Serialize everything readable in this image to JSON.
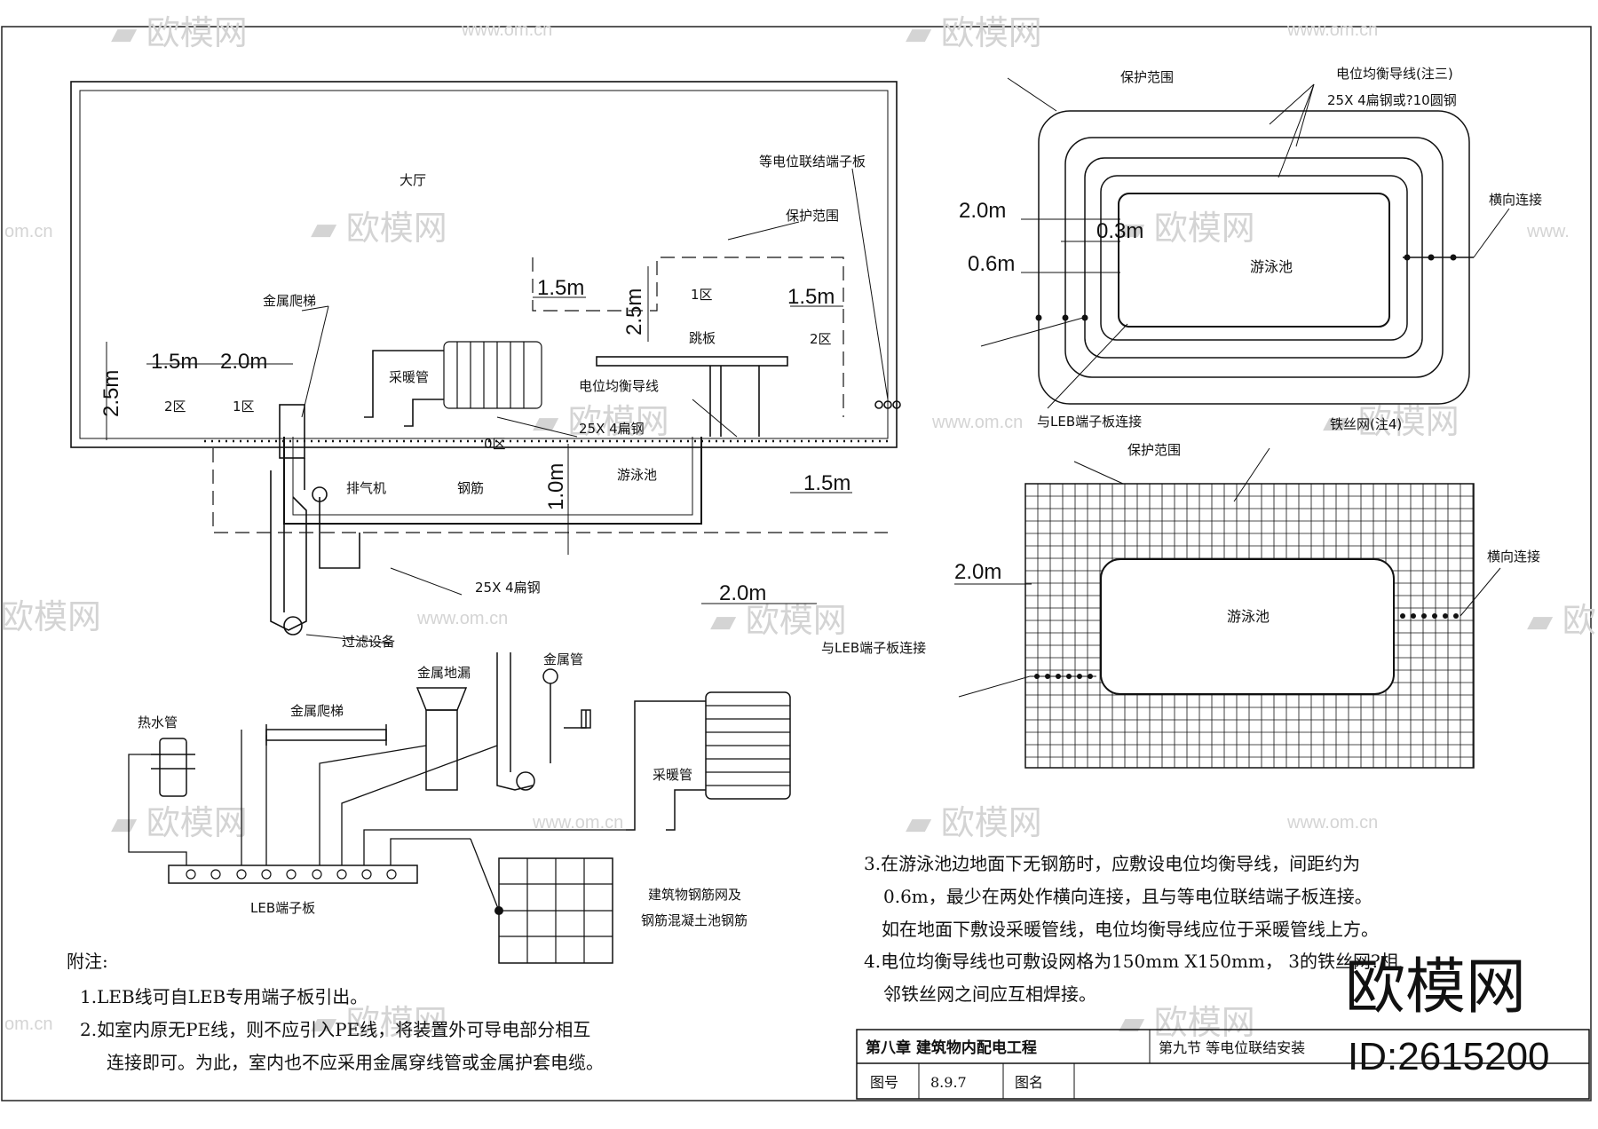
{
  "watermark": {
    "brand": "欧模网",
    "site": "www.om.cn",
    "site_short": "om.cn"
  },
  "main_plan": {
    "hall": "大厅",
    "terminal_board": "等电位联结端子板",
    "protect_range": "保护范围",
    "zone1": "1区",
    "zone2": "2区",
    "zone0": "0区",
    "diving_board": "跳板",
    "ladder": "金属爬梯",
    "heating_pipe": "采暖管",
    "equal_conductor": "电位均衡导线",
    "flat_steel_a": "25X 4扁钢",
    "flat_steel_b": "25X 4扁钢",
    "exhaust": "排气机",
    "rebar": "钢筋",
    "pool": "游泳池",
    "filter": "过滤设备",
    "d_15": "1.5m",
    "d_20": "2.0m",
    "d_25": "2.5m",
    "d_10": "1.0m"
  },
  "top_right": {
    "protect_range": "保护范围",
    "conductor_note": "电位均衡导线(注三)",
    "conductor_spec": "25X 4扁钢或?10圆钢",
    "d_20": "2.0m",
    "d_03": "0.3m",
    "d_06": "0.6m",
    "pool": "游泳池",
    "cross": "横向连接",
    "leb": "与LEB端子板连接"
  },
  "mid_right": {
    "mesh": "铁丝网(注4)",
    "protect_range": "保护范围",
    "d_20": "2.0m",
    "pool": "游泳池",
    "cross": "横向连接",
    "leb": "与LEB端子板连接"
  },
  "lower_left": {
    "hot_water": "热水管",
    "ladder": "金属爬梯",
    "drain": "金属地漏",
    "metal_pipe": "金属管",
    "heating_pipe": "采暖管",
    "leb": "LEB端子板",
    "rebar_mesh_1": "建筑物钢筋网及",
    "rebar_mesh_2": "钢筋混凝土池钢筋"
  },
  "notes_left": {
    "title": "附注:",
    "n1": "1.LEB线可自LEB专用端子板引出。",
    "n2a": "2.如室内原无PE线，则不应引入PE线，将装置外可导电部分相互",
    "n2b": "连接即可。为此，室内也不应采用金属穿线管或金属护套电缆。"
  },
  "notes_right": {
    "n3a": "3.在游泳池边地面下无钢筋时，应敷设电位均衡导线，间距约为",
    "n3b": "0.6m，最少在两处作横向连接，且与等电位联结端子板连接。",
    "n3c": "如在地面下敷设采暖管线，电位均衡导线应位于采暖管线上方。",
    "n4a": "4.电位均衡导线也可敷设网格为150mm X150mm， 3的铁丝网?相",
    "n4b": "邻铁丝网之间应互相焊接。"
  },
  "title_block": {
    "chapter": "第八章   建筑物内配电工程",
    "section": "第九节   等电位联结安装",
    "fig_no_label": "图号",
    "fig_no": "8.9.7",
    "fig_name_label": "图名"
  },
  "stamp": {
    "brand": "欧模网",
    "id": "ID:2615200"
  }
}
